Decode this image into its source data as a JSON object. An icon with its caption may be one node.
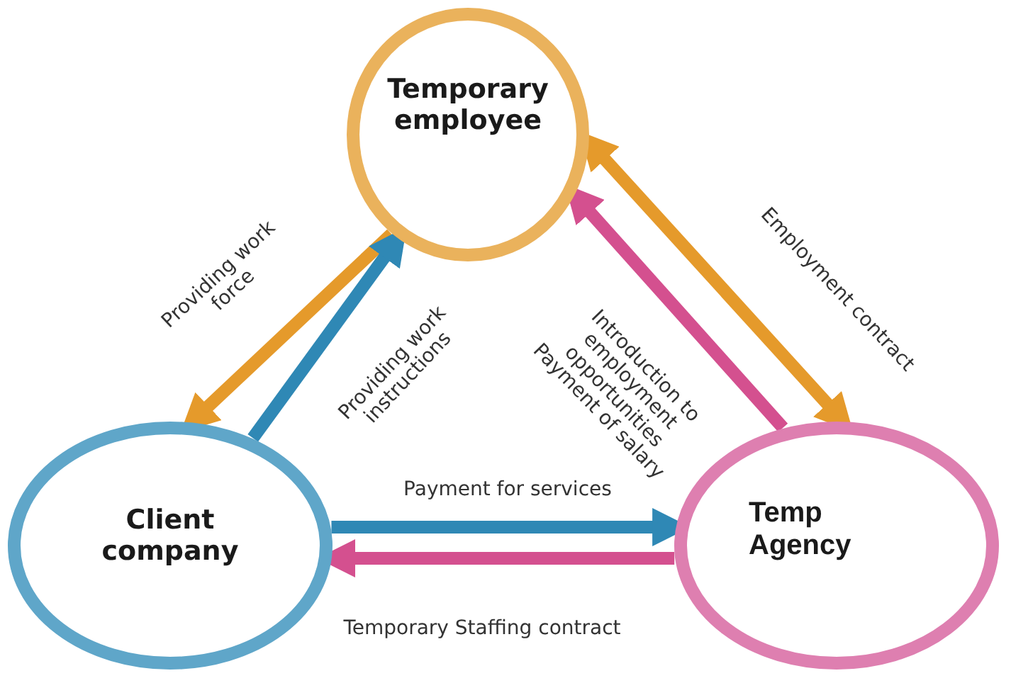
{
  "diagram": {
    "nodes": [
      {
        "text": [
          "Temporary employee"
        ]
      },
      {
        "text": [
          "Client company"
        ]
      },
      {
        "text": [
          "Temp Agency"
        ]
      }
    ],
    "edges": [
      {
        "from": 0,
        "to": 1,
        "arrow": "to",
        "label": "Providing work force",
        "color": "#e59a2b"
      },
      {
        "from": 1,
        "to": 0,
        "arrow": "to",
        "label": "Providing work instructions",
        "color": "#2f88b5"
      },
      {
        "from": 2,
        "to": 0,
        "arrow": "to",
        "label": "Introduction to employment opportunities Payment of salary",
        "color": "#d4508f"
      },
      {
        "from": 0,
        "to": 2,
        "arrow": "both",
        "label": "Employment contract",
        "color": "#e59a2b"
      },
      {
        "from": 1,
        "to": 2,
        "arrow": "to",
        "label": "Payment for services",
        "color": "#2f88b5"
      },
      {
        "from": 2,
        "to": 1,
        "arrow": "to",
        "label": "Temporary Staffing contract",
        "color": "#d4508f"
      }
    ]
  }
}
